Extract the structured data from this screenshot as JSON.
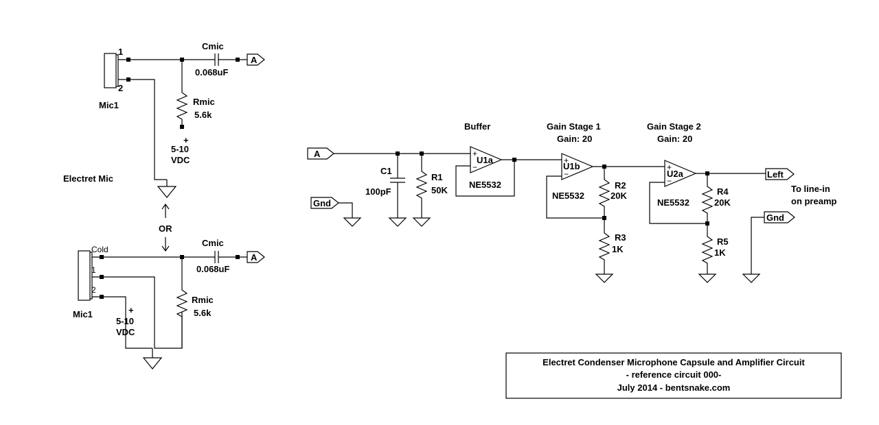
{
  "mic_top": {
    "label": "Mic1",
    "pin1": "1",
    "pin2": "2",
    "cap_name": "Cmic",
    "cap_value": "0.068uF",
    "res_name": "Rmic",
    "res_value": "5.6k",
    "supply_plus": "+",
    "supply_line1": "5-10",
    "supply_line2": "VDC",
    "port": "A",
    "caption": "Electret Mic"
  },
  "or_label": "OR",
  "mic_bottom": {
    "label": "Mic1",
    "pin_cold": "Cold",
    "pin1": "1",
    "pin2": "2",
    "cap_name": "Cmic",
    "cap_value": "0.068uF",
    "res_name": "Rmic",
    "res_value": "5.6k",
    "supply_plus": "+",
    "supply_line1": "5-10",
    "supply_line2": "VDC",
    "port": "A"
  },
  "amp": {
    "input_port": "A",
    "gnd_port": "Gnd",
    "c1_name": "C1",
    "c1_value": "100pF",
    "r1_name": "R1",
    "r1_value": "50K",
    "buffer_title": "Buffer",
    "u1a": "U1a",
    "u1a_part": "NE5532",
    "stage1_title": "Gain Stage 1",
    "stage1_gain": "Gain: 20",
    "u1b": "U1b",
    "u1b_part": "NE5532",
    "r2_name": "R2",
    "r2_value": "20K",
    "r3_name": "R3",
    "r3_value": "1K",
    "stage2_title": "Gain Stage 2",
    "stage2_gain": "Gain: 20",
    "u2a": "U2a",
    "u2a_part": "NE5532",
    "r4_name": "R4",
    "r4_value": "20K",
    "r5_name": "R5",
    "r5_value": "1K",
    "out_port": "Left",
    "out_gnd_port": "Gnd",
    "note_line1": "To line-in",
    "note_line2": "on preamp"
  },
  "title_block": {
    "line1": "Electret Condenser Microphone Capsule and Amplifier Circuit",
    "line2": "- reference circuit 000-",
    "line3": "July 2014 - bentsnake.com"
  }
}
